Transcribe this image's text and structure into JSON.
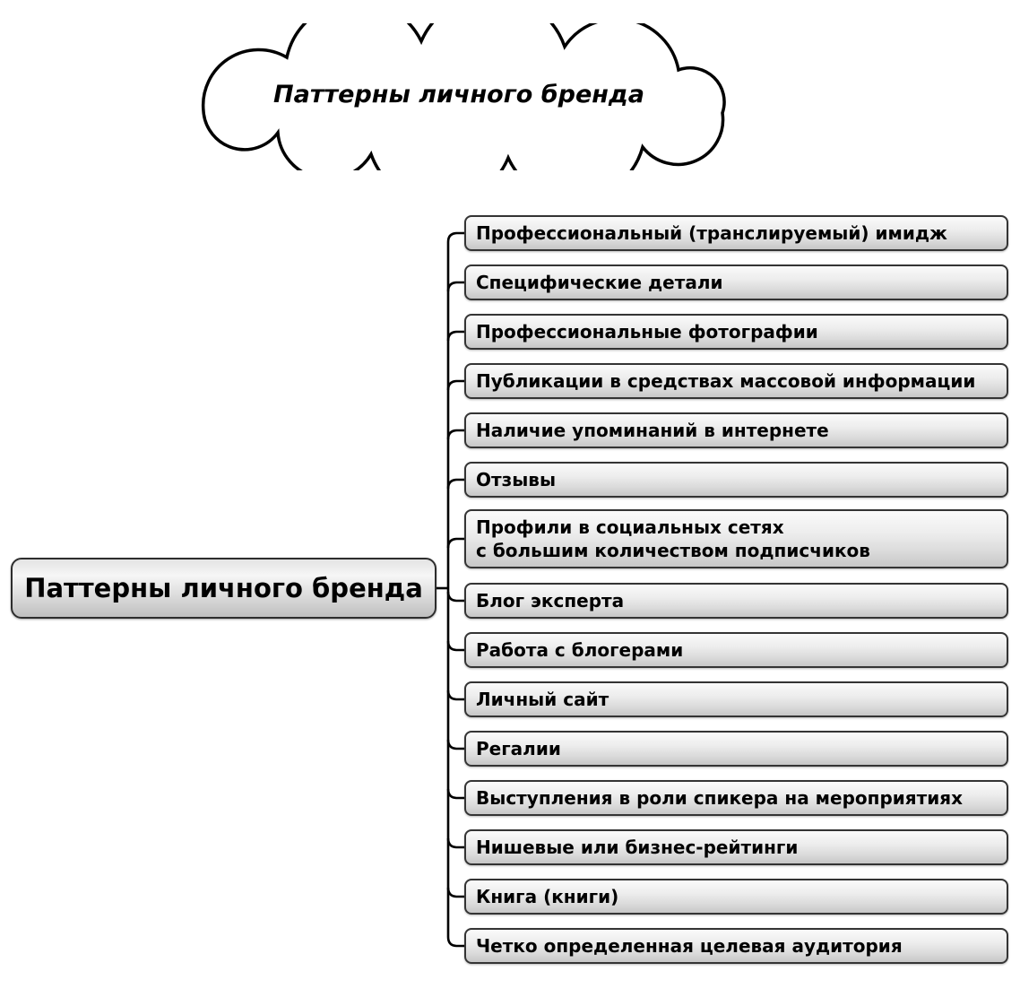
{
  "cloud": {
    "label": "Паттерны личного бренда"
  },
  "root": {
    "label": "Паттерны личного бренда"
  },
  "branches": [
    {
      "label": "Профессиональный (транслируемый) имидж"
    },
    {
      "label": "Специфические детали"
    },
    {
      "label": "Профессиональные фотографии"
    },
    {
      "label": "Публикации в средствах массовой информации"
    },
    {
      "label": "Наличие упоминаний в интернете"
    },
    {
      "label": "Отзывы"
    },
    {
      "label": "Профили в социальных сетях\nс большим количеством подписчиков"
    },
    {
      "label": "Блог эксперта"
    },
    {
      "label": "Работа с блогерами"
    },
    {
      "label": "Личный сайт"
    },
    {
      "label": "Регалии"
    },
    {
      "label": "Выступления в роли спикера на мероприятиях"
    },
    {
      "label": "Нишевые или бизнес-рейтинги"
    },
    {
      "label": "Книга (книги)"
    },
    {
      "label": "Четко определенная целевая аудитория"
    }
  ],
  "colors": {
    "background": "#ffffff",
    "connector": "#000000",
    "node_border": "#343434",
    "node_fill_top": "#fafafa",
    "node_fill_bottom": "#c7c7c7",
    "text": "#000000"
  }
}
